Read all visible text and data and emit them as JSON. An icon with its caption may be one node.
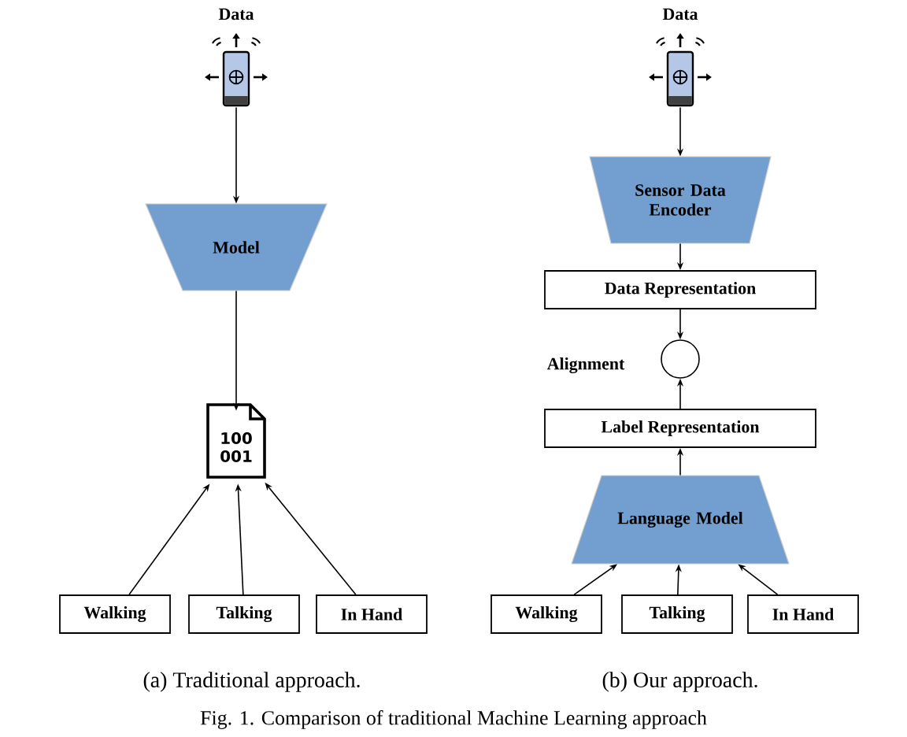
{
  "diagram": {
    "caption": "Fig. 1. Comparison of traditional Machine Learning approach",
    "nodes": [
      {
        "text": [],
        "shape": "picture",
        "beside": [
          "Data"
        ]
      },
      {
        "text": [
          "Model"
        ]
      },
      {
        "text": [
          "100 001"
        ]
      },
      {
        "text": [
          "Walking"
        ]
      },
      {
        "text": [
          "Talking"
        ]
      },
      {
        "text": [
          "In Hand"
        ]
      },
      {
        "text": [],
        "shape": "picture",
        "beside": [
          "Data"
        ]
      },
      {
        "text": [
          "Sensor Data Encoder"
        ]
      },
      {
        "text": [
          "Data Representation"
        ]
      },
      {
        "text": [],
        "shape": "circle",
        "beside": [
          "Alignment"
        ]
      },
      {
        "text": [
          "Label Representation"
        ]
      },
      {
        "text": [
          "Language Model"
        ]
      },
      {
        "text": [
          "Walking"
        ]
      },
      {
        "text": [
          "Talking"
        ]
      },
      {
        "text": [
          "In Hand"
        ]
      }
    ],
    "edges": [
      {
        "from": 0,
        "to": 1,
        "arrow": "to"
      },
      {
        "from": 1,
        "to": 2,
        "arrow": "to"
      },
      {
        "from": 3,
        "to": 2,
        "arrow": "to"
      },
      {
        "from": 4,
        "to": 2,
        "arrow": "to"
      },
      {
        "from": 5,
        "to": 2,
        "arrow": "to"
      },
      {
        "from": 6,
        "to": 7,
        "arrow": "to"
      },
      {
        "from": 7,
        "to": 8,
        "arrow": "to"
      },
      {
        "from": 8,
        "to": 9,
        "arrow": "to"
      },
      {
        "from": 10,
        "to": 9,
        "arrow": "to"
      },
      {
        "from": 11,
        "to": 10,
        "arrow": "to"
      },
      {
        "from": 12,
        "to": 11,
        "arrow": "to"
      },
      {
        "from": 13,
        "to": 11,
        "arrow": "to"
      },
      {
        "from": 14,
        "to": 11,
        "arrow": "to"
      }
    ],
    "labels": [
      "(a) Traditional approach.",
      "(b) Our approach."
    ]
  }
}
